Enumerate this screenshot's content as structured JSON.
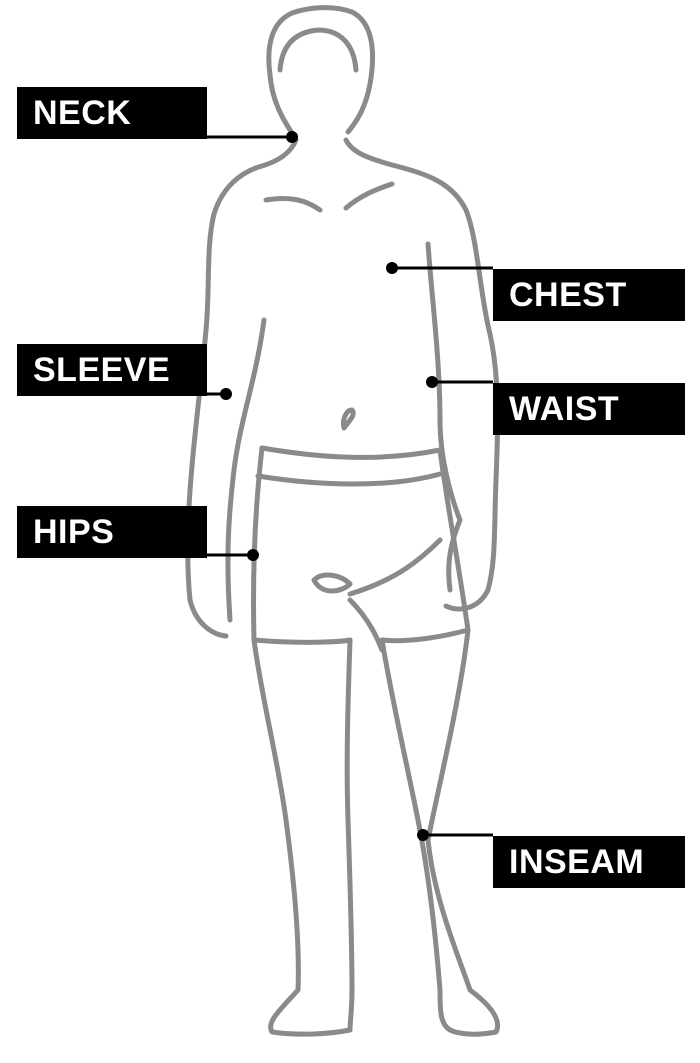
{
  "labels": {
    "neck": "NECK",
    "chest": "CHEST",
    "sleeve": "SLEEVE",
    "waist": "WAIST",
    "hips": "HIPS",
    "inseam": "INSEAM"
  },
  "colors": {
    "label_background": "#000000",
    "label_text": "#ffffff",
    "figure_outline": "#8a8a8a",
    "leader_line": "#000000"
  }
}
